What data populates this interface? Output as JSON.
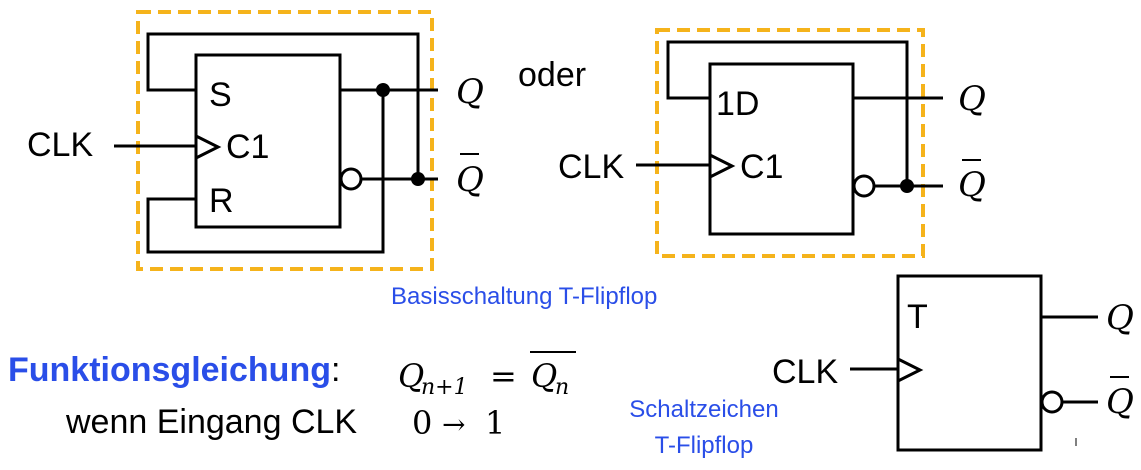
{
  "circuit_a": {
    "pin_s": "S",
    "pin_c1": "C1",
    "pin_r": "R",
    "clk_label": "CLK",
    "out_q": "Q",
    "out_qbar": "Q"
  },
  "connector": "oder",
  "circuit_b": {
    "pin_1d": "1D",
    "pin_c1": "C1",
    "clk_label": "CLK",
    "out_q": "Q",
    "out_qbar": "Q"
  },
  "caption_basis": "Basisschaltung T-Flipflop",
  "symbol": {
    "pin_t": "T",
    "clk_label": "CLK",
    "out_q": "Q",
    "out_qbar": "Q"
  },
  "caption_symbol": [
    "Schaltzeichen",
    "T-Flipflop"
  ],
  "equation": {
    "label": "Funktionsgleichung",
    "colon": ":",
    "lhs_var": "Q",
    "lhs_sub": "n+1",
    "equals": "=",
    "rhs_var": "Q",
    "rhs_sub": "n",
    "condition_text": "wenn Eingang CLK",
    "condition_from": "0",
    "arrow": "→",
    "condition_to": "1"
  },
  "colors": {
    "frame_dash": "#f5b31b",
    "label_blue": "#2a4ee8",
    "line": "#000000"
  }
}
